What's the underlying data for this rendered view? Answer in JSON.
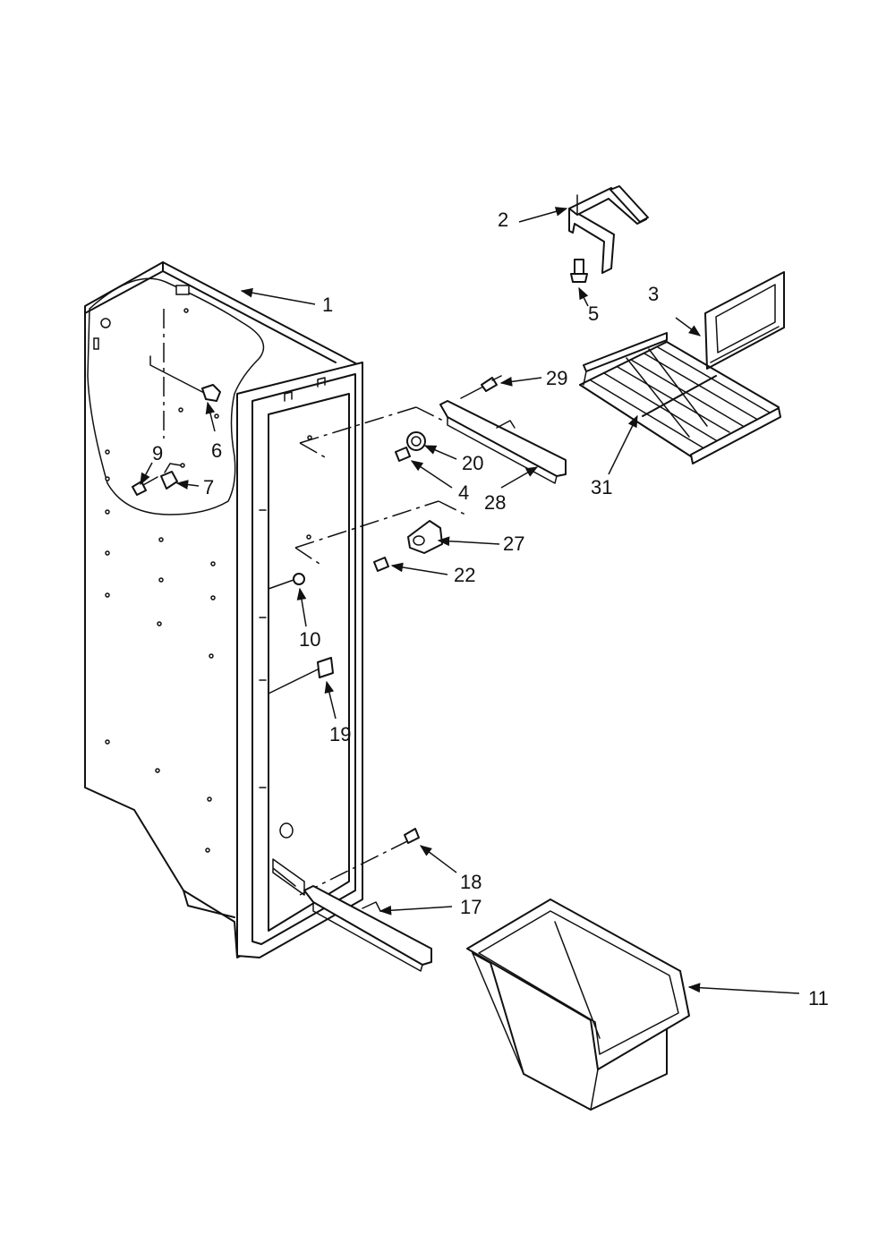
{
  "callouts": [
    {
      "id": "c1",
      "label": "1"
    },
    {
      "id": "c2",
      "label": "2"
    },
    {
      "id": "c3",
      "label": "3"
    },
    {
      "id": "c4",
      "label": "4"
    },
    {
      "id": "c5",
      "label": "5"
    },
    {
      "id": "c6",
      "label": "6"
    },
    {
      "id": "c7",
      "label": "7"
    },
    {
      "id": "c9",
      "label": "9"
    },
    {
      "id": "c10",
      "label": "10"
    },
    {
      "id": "c11",
      "label": "11"
    },
    {
      "id": "c17",
      "label": "17"
    },
    {
      "id": "c18",
      "label": "18"
    },
    {
      "id": "c19",
      "label": "19"
    },
    {
      "id": "c20",
      "label": "20"
    },
    {
      "id": "c22",
      "label": "22"
    },
    {
      "id": "c27",
      "label": "27"
    },
    {
      "id": "c28",
      "label": "28"
    },
    {
      "id": "c29",
      "label": "29"
    },
    {
      "id": "c31",
      "label": "31"
    }
  ]
}
